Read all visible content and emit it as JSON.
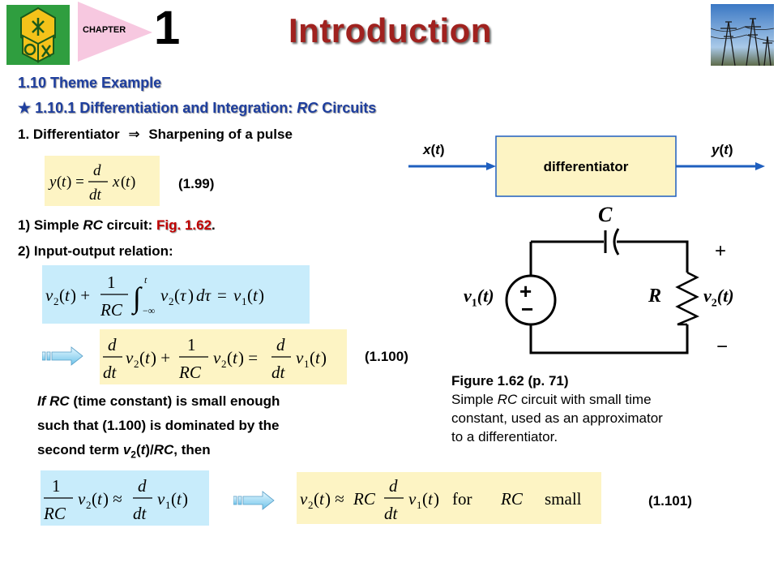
{
  "header": {
    "chapter_label": "CHAPTER",
    "chapter_number": "1",
    "title": "Introduction"
  },
  "section": "1.10 Theme Example",
  "subsection": {
    "star": "★",
    "text": "1.10.1 Differentiation and Integration: ",
    "rc": "RC",
    "suffix": " Circuits"
  },
  "item1": {
    "prefix": "1. Differentiator ",
    "arrow": "⇒",
    "suffix": " Sharpening of a pulse"
  },
  "block_diagram": {
    "input_label_x": "x",
    "input_label_t": "t",
    "output_label_y": "y",
    "output_label_t": "t",
    "box_label": "differentiator"
  },
  "eq_1_99": {
    "number": "(1.99)"
  },
  "item_simple": {
    "prefix": "1) Simple ",
    "rc": "RC",
    "middle": " circuit: ",
    "figref": "Fig. 1.62",
    "suffix": "."
  },
  "item_io": "2) Input-output relation:",
  "eq_1_100": {
    "number": "(1.100)"
  },
  "circuit": {
    "cap_label": "C",
    "res_label": "R",
    "v1_label": "v",
    "v1_sub": "1",
    "v1_arg": "(t)",
    "v2_label": "v",
    "v2_sub": "2",
    "v2_arg": "(t)",
    "plus": "+",
    "minus": "−",
    "source_plus": "+",
    "source_minus": "−"
  },
  "figure_caption": {
    "title": "Figure 1.62  (p. 71)",
    "line1_a": "Simple ",
    "line1_rc": "RC",
    "line1_b": " circuit with small time",
    "line2": "constant, used as an approximator",
    "line3": "to a differentiator."
  },
  "paragraph": {
    "l1_if": "If ",
    "l1_rc": "RC",
    "l1_rest": " (time constant) is small enough",
    "l2": "such that (1.100) is dominated by the",
    "l3_a": "second term ",
    "l3_v": "v",
    "l3_sub": "2",
    "l3_b": "(",
    "l3_t": "t",
    "l3_c": ")/",
    "l3_rc": "RC",
    "l3_d": ", then"
  },
  "eq_1_101": {
    "number": "(1.101)"
  },
  "colors": {
    "title": "#a0221f",
    "section": "#1f3f9e",
    "figref": "#c00000",
    "eq_yellow": "#fdf4c4",
    "eq_blue": "#c8ecfb",
    "diagram_box": "#fdf4c4",
    "arrow_blue": "#1f5fbf"
  }
}
